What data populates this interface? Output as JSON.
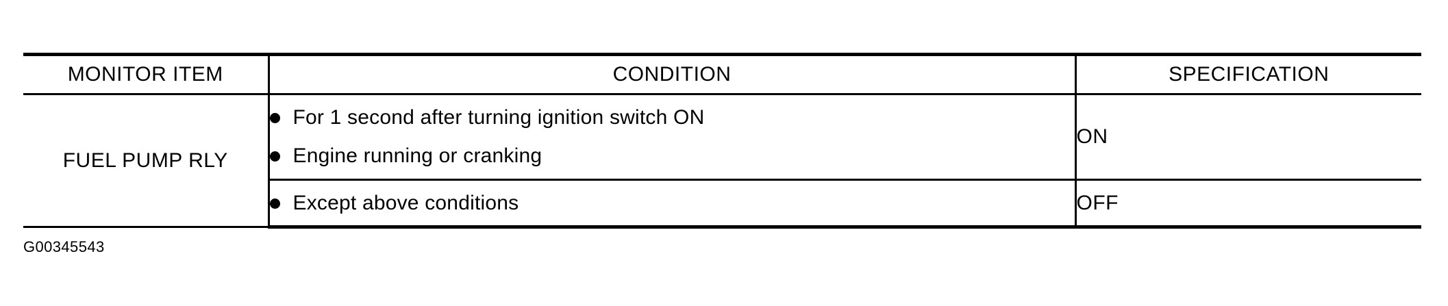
{
  "table": {
    "headers": [
      {
        "label": "MONITOR ITEM"
      },
      {
        "label": "CONDITION"
      },
      {
        "label": "SPECIFICATION"
      }
    ],
    "rows": [
      {
        "monitor_item": "FUEL PUMP RLY",
        "conditions": [
          "For 1 second after turning ignition switch ON",
          "Engine running or cranking"
        ],
        "specification": "ON"
      },
      {
        "monitor_item": "",
        "conditions": [
          "Except above conditions"
        ],
        "specification": "OFF"
      }
    ]
  },
  "caption": {
    "text": "G00345543"
  },
  "colors": {
    "rule": "#000000",
    "text": "#000000",
    "background": "#ffffff"
  }
}
